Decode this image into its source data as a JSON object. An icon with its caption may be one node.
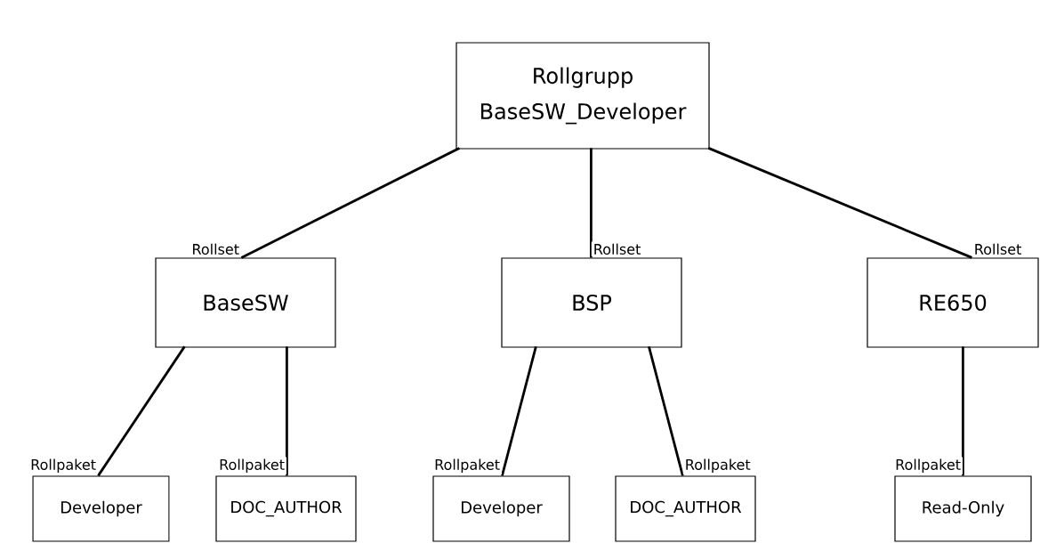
{
  "diagram": {
    "nodes": [
      {
        "text": [
          "Rollgrupp",
          "BaseSW_Developer"
        ]
      },
      {
        "text": [
          "BaseSW"
        ]
      },
      {
        "text": [
          "BSP"
        ]
      },
      {
        "text": [
          "RE650"
        ]
      },
      {
        "text": [
          "Developer"
        ]
      },
      {
        "text": [
          "DOC_AUTHOR"
        ]
      },
      {
        "text": [
          "Developer"
        ]
      },
      {
        "text": [
          "DOC_AUTHOR"
        ]
      },
      {
        "text": [
          "Read-Only"
        ]
      }
    ],
    "edges": [
      {
        "from": 0,
        "to": 1,
        "arrow": "none",
        "label": "Rollset"
      },
      {
        "from": 0,
        "to": 2,
        "arrow": "none",
        "label": "Rollset"
      },
      {
        "from": 0,
        "to": 3,
        "arrow": "none",
        "label": "Rollset"
      },
      {
        "from": 1,
        "to": 4,
        "arrow": "none",
        "label": "Rollpaket"
      },
      {
        "from": 1,
        "to": 5,
        "arrow": "none",
        "label": "Rollpaket"
      },
      {
        "from": 2,
        "to": 6,
        "arrow": "none",
        "label": "Rollpaket"
      },
      {
        "from": 2,
        "to": 7,
        "arrow": "none",
        "label": "Rollpaket"
      },
      {
        "from": 3,
        "to": 8,
        "arrow": "none",
        "label": "Rollpaket"
      }
    ]
  }
}
